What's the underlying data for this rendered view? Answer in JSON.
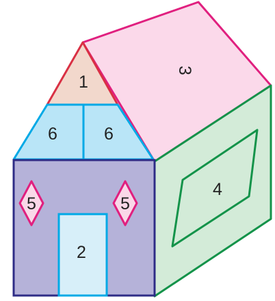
{
  "labels": {
    "gable_triangle": "1",
    "door": "2",
    "roof": "3",
    "side_window": "4",
    "left_diamond": "5",
    "right_diamond": "5",
    "left_gable_band": "6",
    "right_gable_band": "6"
  },
  "colors": {
    "gable_fill": "#f2d8cc",
    "gable_edge": "#d93044",
    "roof_fill": "#fbd9ea",
    "roof_edge": "#e0207f",
    "band_fill": "#b9e5f7",
    "band_edge": "#00a9e6",
    "front_fill": "#b5b2d9",
    "front_edge": "#2e2c86",
    "door_fill": "#d7eff9",
    "door_edge": "#00a9e6",
    "diamond_fill": "#fad8e8",
    "diamond_edge": "#e0207f",
    "side_fill": "#d3ebd8",
    "side_edge": "#14934a"
  }
}
